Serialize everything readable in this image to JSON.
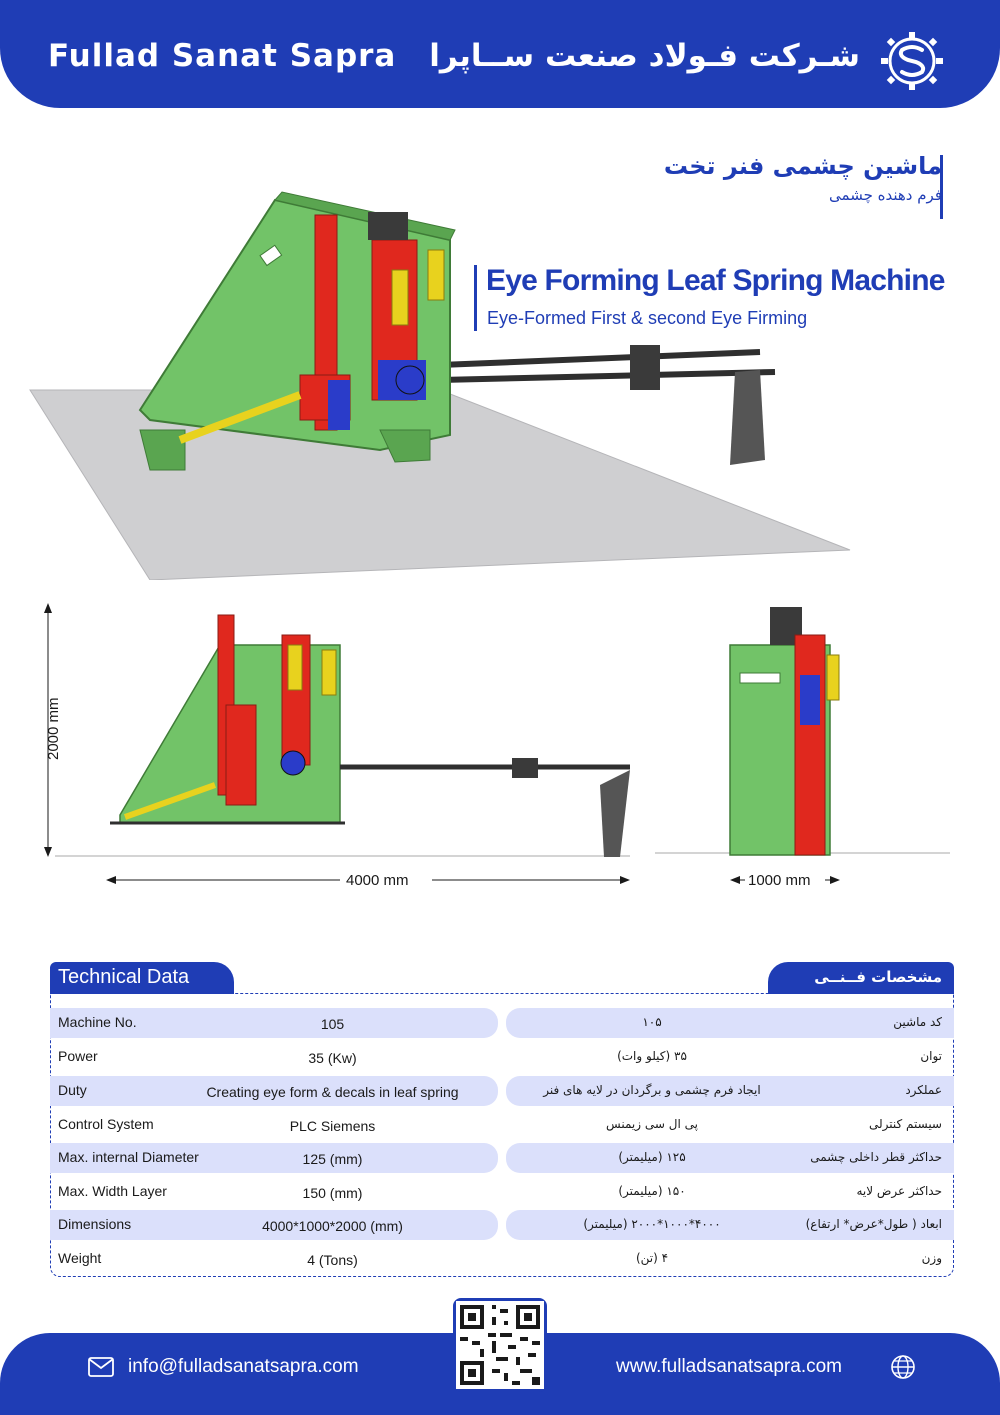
{
  "header": {
    "brand_en": "Fullad Sanat Sapra",
    "brand_fa": "شـرکت فـولاد صنعت ســاپرا",
    "logo_icon": "gear-s-logo-icon"
  },
  "titles": {
    "title_fa": "ماشین چشمی فنر تخت",
    "subtitle_fa": "فرم دهنده چشمی",
    "title_en": "Eye Forming Leaf Spring Machine",
    "subtitle_en": "Eye-Formed First & second Eye Firming"
  },
  "dimensions": {
    "height": "2000 mm",
    "length": "4000 mm",
    "width": "1000 mm"
  },
  "tech_data": {
    "tab_en": "Technical  Data",
    "tab_fa": "مشخصات فــنــی",
    "rows": [
      {
        "label_en": "Machine No.",
        "value_en": "105",
        "value_fa": "۱۰۵",
        "label_fa": "کد ماشین"
      },
      {
        "label_en": "Power",
        "value_en": "35 (Kw)",
        "value_fa": "۳۵ (کیلو وات)",
        "label_fa": "توان"
      },
      {
        "label_en": "Duty",
        "value_en": "Creating eye form & decals in leaf spring",
        "value_fa": "ایجاد فرم چشمی و برگردان در لایه های فنر",
        "label_fa": "عملکرد"
      },
      {
        "label_en": "Control System",
        "value_en": "PLC Siemens",
        "value_fa": "پی ال سی زیمنس",
        "label_fa": "سیستم کنترلی"
      },
      {
        "label_en": "Max. internal Diameter",
        "value_en": "125 (mm)",
        "value_fa": "۱۲۵ (میلیمتر)",
        "label_fa": "حداکثر قطر داخلی چشمی"
      },
      {
        "label_en": "Max. Width Layer",
        "value_en": "150 (mm)",
        "value_fa": "۱۵۰ (میلیمتر)",
        "label_fa": "حداکثر عرض لایه"
      },
      {
        "label_en": "Dimensions",
        "value_en": "4000*1000*2000 (mm)",
        "value_fa": "۴۰۰۰*۱۰۰۰*۲۰۰۰ (میلیمتر)",
        "label_fa": "ابعاد ( طول*عرض* ارتفاع)"
      },
      {
        "label_en": "Weight",
        "value_en": "4 (Tons)",
        "value_fa": "۴ (تن)",
        "label_fa": "وزن"
      }
    ]
  },
  "footer": {
    "email": "info@fulladsanatsapra.com",
    "website": "www.fulladsanatsapra.com",
    "mail_icon": "mail-icon",
    "globe_icon": "globe-icon",
    "qr_icon": "qr-code-icon"
  },
  "colors": {
    "brand_blue": "#1f3db5",
    "row_shade": "#dbe0fb",
    "machine_green": "#6cbf5f",
    "machine_red": "#e0281e",
    "machine_blue": "#2a3cc9",
    "machine_yellow": "#e8d21e"
  }
}
